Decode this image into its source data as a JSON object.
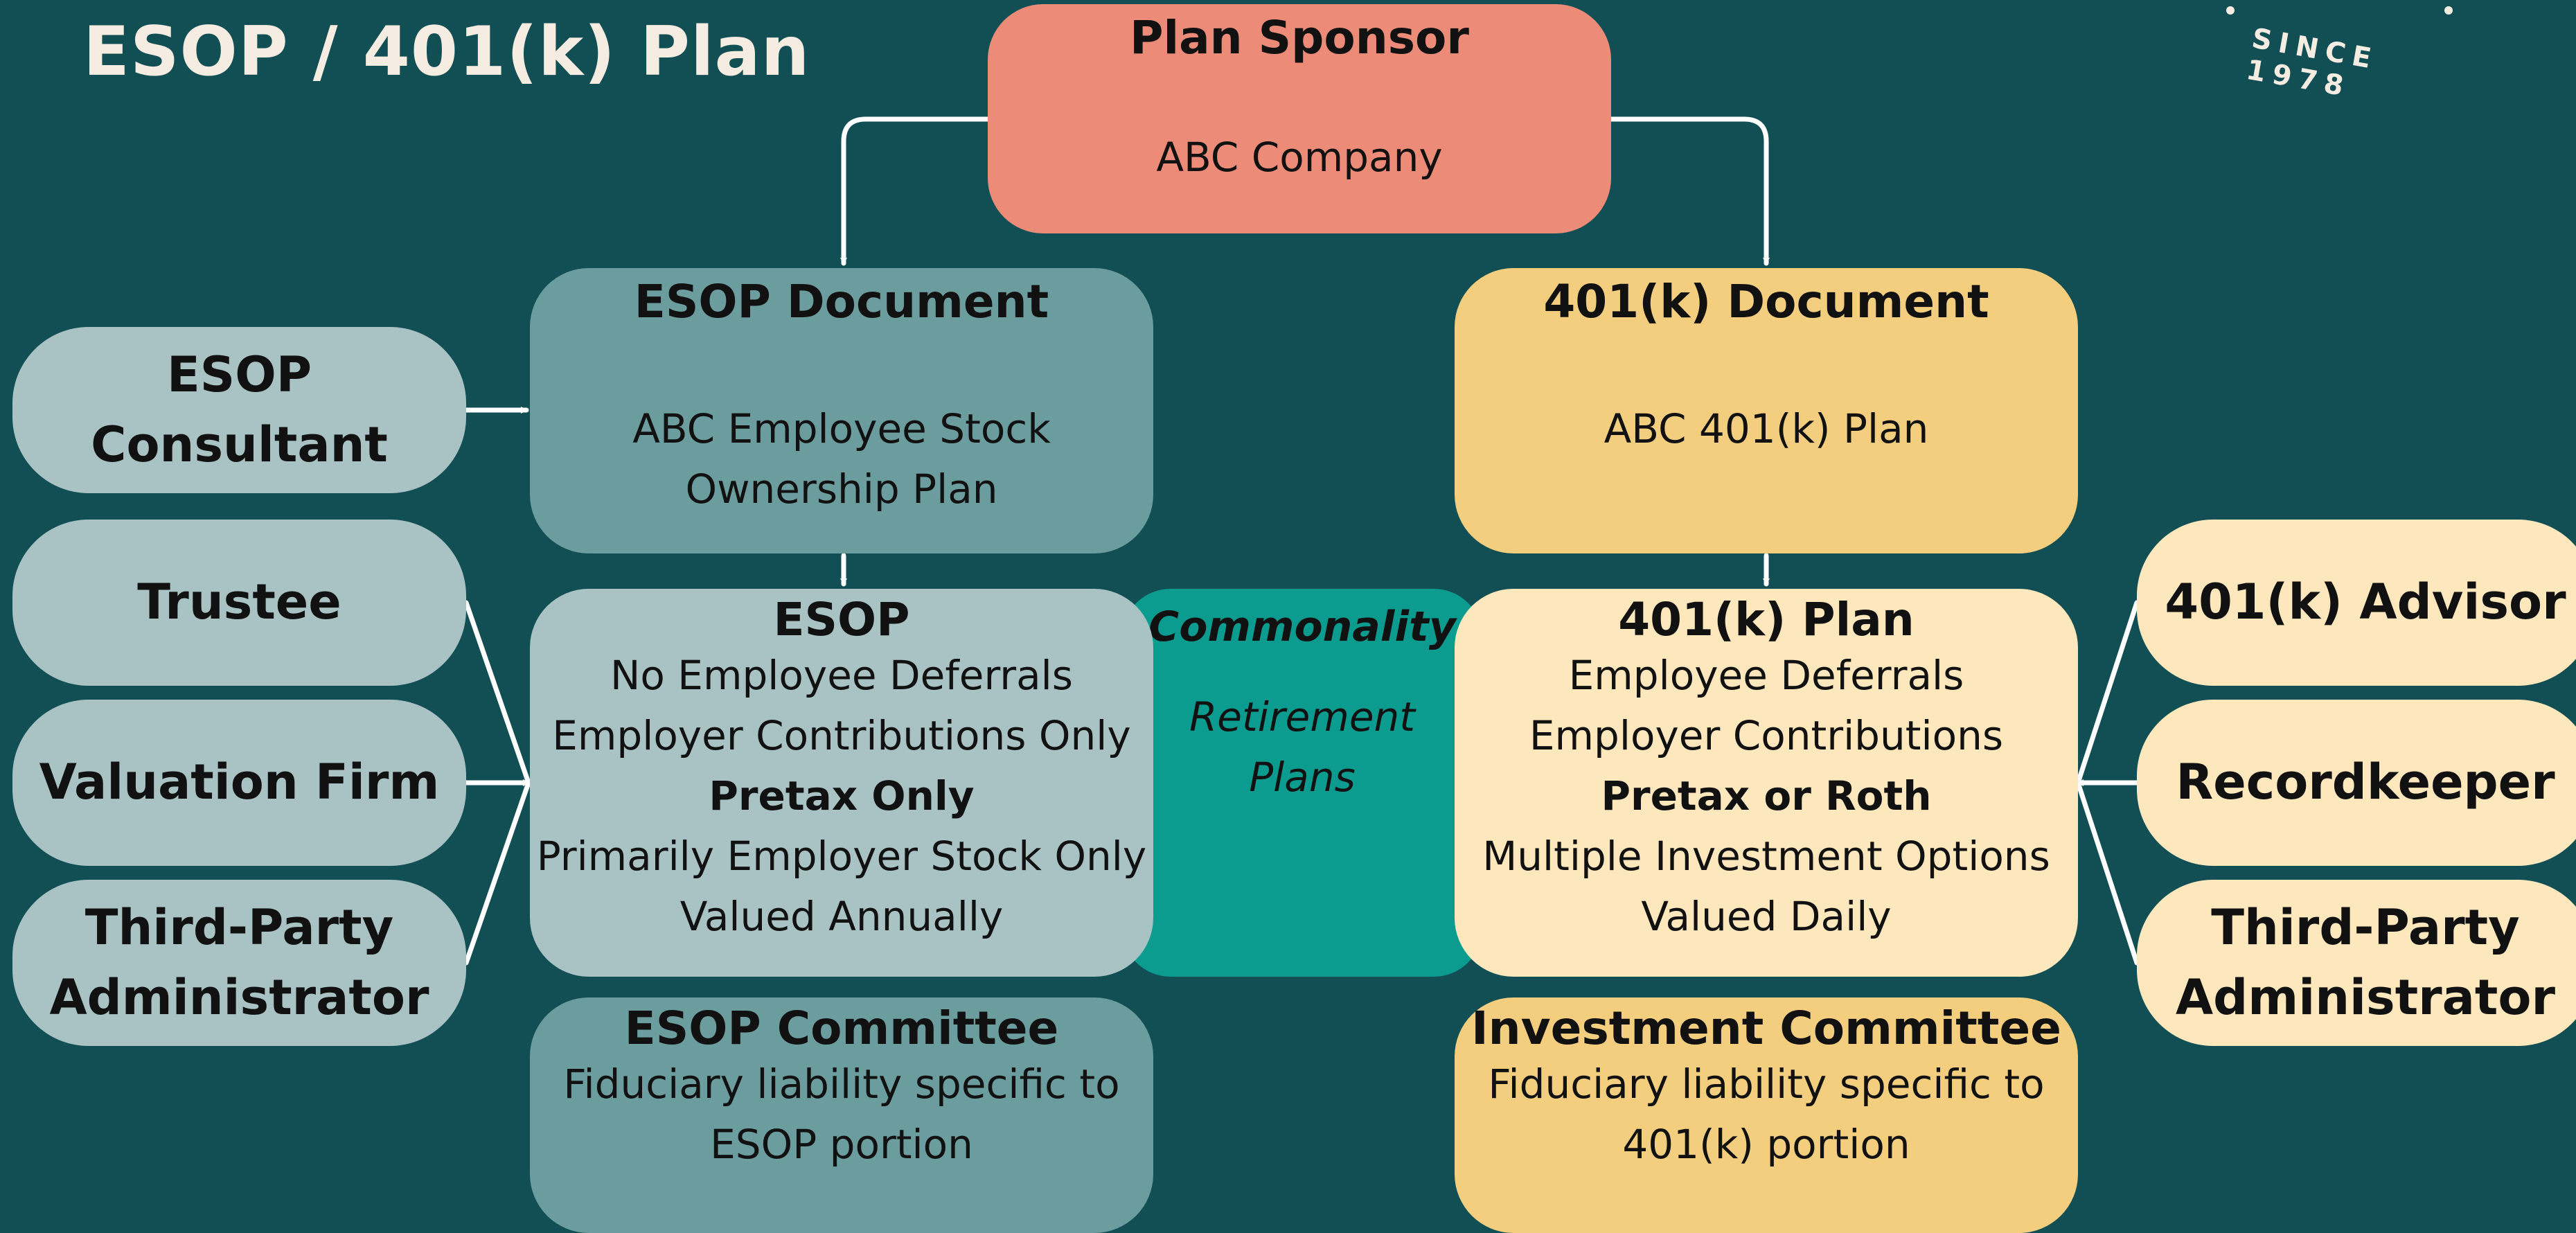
{
  "page_title": "ESOP / 401(k) Plan",
  "logo": {
    "tagline": "SINCE 1978"
  },
  "sponsor": {
    "heading": "Plan Sponsor",
    "name": "ABC Company"
  },
  "esop_document": {
    "heading": "ESOP Document",
    "lines": [
      "ABC Employee Stock",
      "Ownership Plan"
    ]
  },
  "k401_document": {
    "heading": "401(k) Document",
    "lines": [
      "ABC 401(k) Plan"
    ]
  },
  "esop_plan": {
    "heading": "ESOP",
    "lines": [
      "No Employee Deferrals",
      "Employer Contributions Only",
      "Pretax Only",
      "Primarily Employer Stock Only",
      "Valued Annually"
    ]
  },
  "k401_plan": {
    "heading": "401(k) Plan",
    "lines": [
      "Employee Deferrals",
      "Employer Contributions",
      "Pretax or Roth",
      "Multiple Investment Options",
      "Valued Daily"
    ]
  },
  "commonality": {
    "heading": "Commonality",
    "lines": [
      "Retirement",
      "Plans"
    ]
  },
  "esop_committee": {
    "heading": "ESOP Committee",
    "lines": [
      "Fiduciary liability specific to",
      "ESOP portion"
    ]
  },
  "investment_committee": {
    "heading": "Investment Committee",
    "lines": [
      "Fiduciary liability specific to",
      "401(k) portion"
    ]
  },
  "left_roles": {
    "consultant": "ESOP Consultant",
    "trustee": "Trustee",
    "valuation": "Valuation Firm",
    "tpa": [
      "Third-Party",
      "Administrator"
    ]
  },
  "right_roles": {
    "advisor": "401(k) Advisor",
    "recordkeeper": "Recordkeeper",
    "tpa": [
      "Third-Party",
      "Administrator"
    ]
  },
  "colors": {
    "background": "#124f55",
    "sponsor": "#ec8c78",
    "esop_document": "#6b9c9e",
    "esop_plan": "#a9c3c4",
    "commonality": "#0b9b8f",
    "k401_document": "#f2ce7e",
    "k401_plan": "#fde8bd"
  }
}
